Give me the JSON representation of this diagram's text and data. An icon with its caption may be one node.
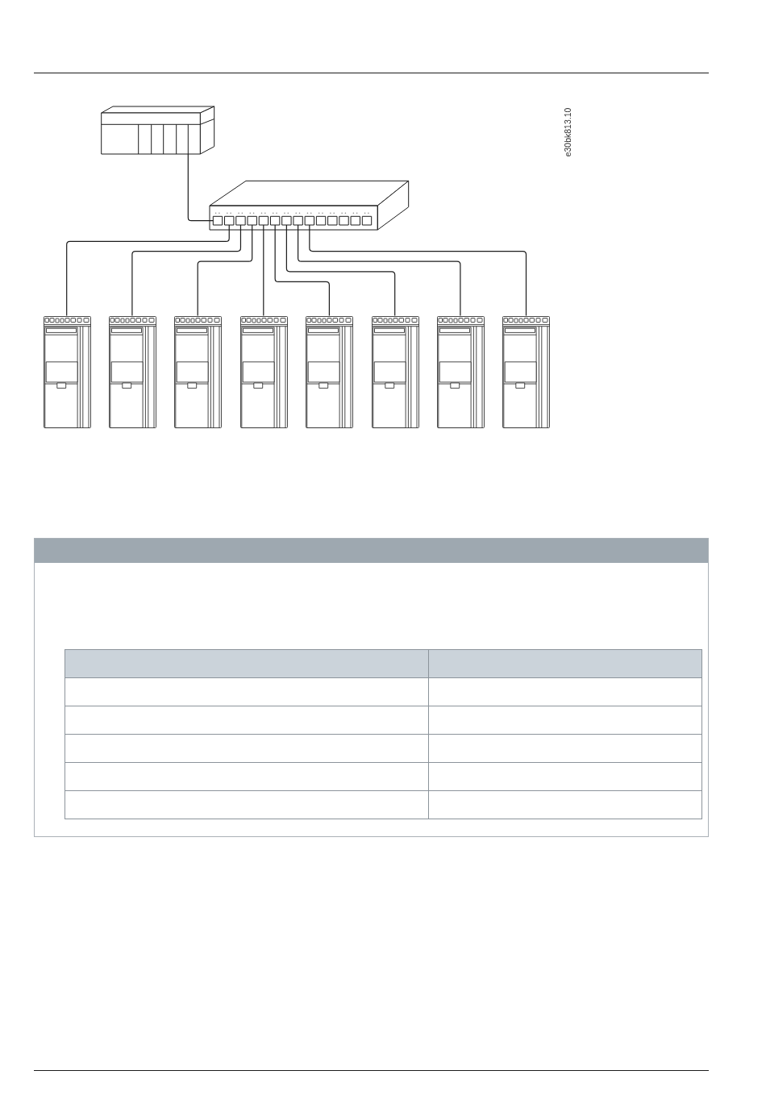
{
  "diagram": {
    "nodes": [
      {
        "text": [],
        "shape": "picture"
      },
      {
        "text": [],
        "shape": "box"
      },
      {
        "text": [],
        "shape": "picture"
      },
      {
        "text": [],
        "shape": "picture"
      },
      {
        "text": [],
        "shape": "picture"
      },
      {
        "text": [],
        "shape": "picture"
      },
      {
        "text": [],
        "shape": "picture"
      },
      {
        "text": [],
        "shape": "picture"
      },
      {
        "text": [],
        "shape": "picture"
      },
      {
        "text": [],
        "shape": "picture"
      }
    ],
    "edges": [
      {
        "from": 0,
        "to": 1,
        "arrow": "none"
      },
      {
        "from": 1,
        "to": 2,
        "arrow": "none"
      },
      {
        "from": 1,
        "to": 3,
        "arrow": "none"
      },
      {
        "from": 1,
        "to": 4,
        "arrow": "none"
      },
      {
        "from": 1,
        "to": 5,
        "arrow": "none"
      },
      {
        "from": 1,
        "to": 6,
        "arrow": "none"
      },
      {
        "from": 1,
        "to": 7,
        "arrow": "none"
      },
      {
        "from": 1,
        "to": 8,
        "arrow": "none"
      },
      {
        "from": 1,
        "to": 9,
        "arrow": "none"
      }
    ],
    "labels": [
      "e30bk813.10"
    ]
  }
}
